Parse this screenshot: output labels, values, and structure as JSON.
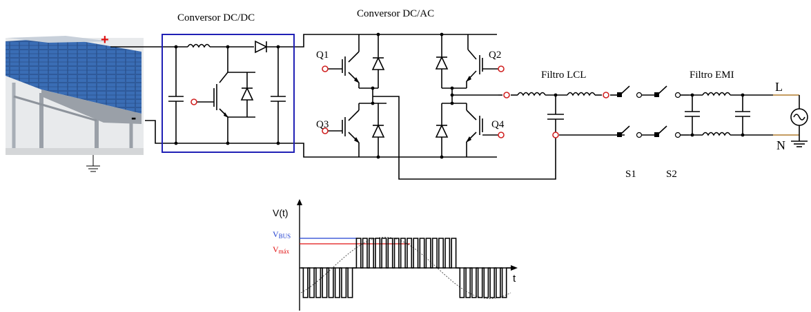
{
  "labels": {
    "dcdc_title": "Conversor DC/DC",
    "dcac_title": "Conversor DC/AC",
    "lcl_title": "Filtro LCL",
    "emi_title": "Filtro EMI",
    "plus": "+",
    "minus": "-",
    "q1": "Q1",
    "q2": "Q2",
    "q3": "Q3",
    "q4": "Q4",
    "s1": "S1",
    "s2": "S2",
    "l": "L",
    "n": "N"
  },
  "waveform": {
    "y_axis_label": "V(t)",
    "x_axis_label": "t",
    "vbus_label_main": "V",
    "vbus_label_sub": "BUS",
    "vmax_label_main": "V",
    "vmax_label_sub": "máx"
  },
  "colors": {
    "wire": "#000000",
    "dcdc_box": "#1f1fb5",
    "terminal": "#d02020",
    "plus_sign": "#e01010",
    "vbus_line": "#1f3fd0",
    "vmax_line": "#e01010",
    "panel_blue": "#2a4f8c",
    "panel_frame": "#b8bcc2"
  },
  "icons": {
    "pv_panel": "solar-panel-photo",
    "ground": "ground-icon",
    "ac_source": "ac-source-icon"
  }
}
